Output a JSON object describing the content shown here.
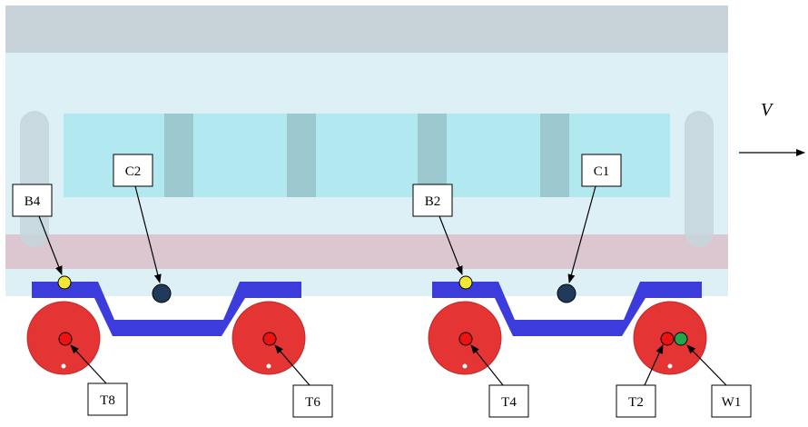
{
  "diagram": {
    "velocity_label": "V",
    "sensor_labels": {
      "c1": "C1",
      "c2": "C2",
      "b2": "B2",
      "b4": "B4",
      "t2": "T2",
      "t4": "T4",
      "t6": "T6",
      "t8": "T8",
      "w1": "W1"
    },
    "colors": {
      "roof": "#c8d3d9",
      "body": "#ddf0f6",
      "window_band": "#b2e8f0",
      "pillar": "#9cc9d0",
      "door": "#c4d6dc",
      "underframe_band": "#dcc6d0",
      "bogie_frame": "#3c3cdc",
      "wheel": "#e43434",
      "wheel_sensor": "#ee1111",
      "body_sensor": "#1f3a5a",
      "bolster_sensor": "#f2e832",
      "wheel_marker_w1": "#22a84a"
    }
  }
}
